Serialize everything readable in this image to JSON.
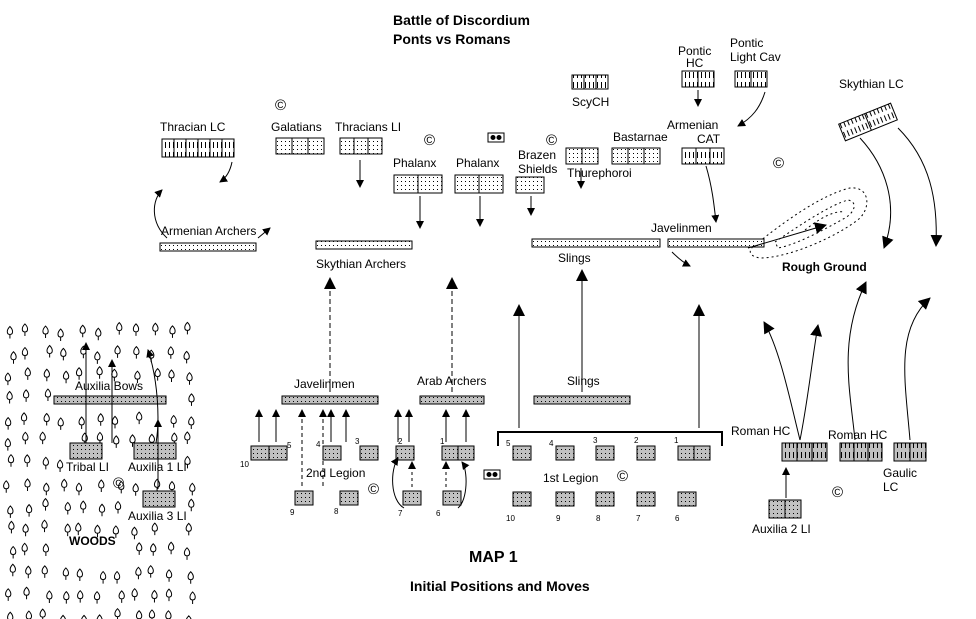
{
  "title": {
    "line1": "Battle of Discordium",
    "line2": "Ponts vs Romans"
  },
  "caption": {
    "map": "MAP 1",
    "subtitle": "Initial Positions and Moves"
  },
  "terrain": {
    "woods": "WOODS",
    "rough": "Rough Ground"
  },
  "pontic_units": {
    "thracian_lc": "Thracian LC",
    "galatians": "Galatians",
    "thracians_li": "Thracians LI",
    "phalanx_1": "Phalanx",
    "phalanx_2": "Phalanx",
    "brazen_1": "Brazen",
    "brazen_2": "Shields",
    "thurephoroi": "Thurephoroi",
    "scych": "ScyCH",
    "bastarnae": "Bastarnae",
    "armenian_cat_1": "Armenian",
    "armenian_cat_2": "CAT",
    "pontic_hc_1": "Pontic",
    "pontic_hc_2": "HC",
    "pontic_lcav_1": "Pontic",
    "pontic_lcav_2": "Light Cav",
    "skythian_lc": "Skythian LC",
    "armenian_archers": "Armenian Archers",
    "skythian_archers": "Skythian  Archers",
    "slings": "Slings",
    "javelinmen": "Javelinmen"
  },
  "roman_units": {
    "javelinmen": "Javelinmen",
    "arab_archers": "Arab Archers",
    "slings": "Slings",
    "auxilia_bows": "Auxilia Bows",
    "tribal_li": "Tribal LI",
    "auxilia_1_li": "Auxilia 1 LI",
    "auxilia_3_li": "Auxilia 3 LI",
    "second_legion": "2nd Legion",
    "first_legion": "1st Legion",
    "roman_hc_1": "Roman HC",
    "roman_hc_2": "Roman HC",
    "gaulic_lc_1": "Gaulic",
    "gaulic_lc_2": "LC",
    "auxilia_2_li": "Auxilia 2 LI"
  },
  "legion2_numbers": [
    "10",
    "5",
    "4",
    "3",
    "2",
    "1",
    "9",
    "8",
    "7",
    "6"
  ],
  "legion1_numbers": [
    "5",
    "4",
    "3",
    "2",
    "1",
    "10",
    "9",
    "8",
    "7",
    "6"
  ],
  "general_marker": "©",
  "colors": {
    "ink": "#000000",
    "roman_fill": "#c0c0c0",
    "paper": "#ffffff"
  }
}
